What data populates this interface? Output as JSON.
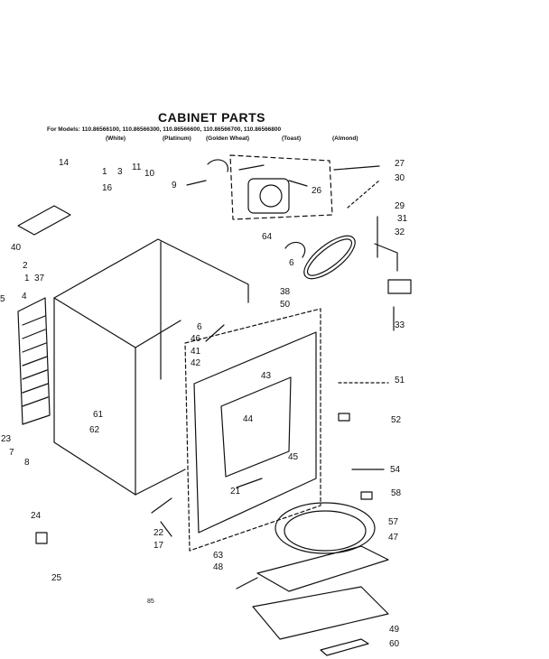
{
  "header": {
    "title": "CABINET PARTS",
    "models_line": "For Models: 110.86566100, 110.86566300, 110.86566600, 110.86566700, 110.86566800",
    "colors": [
      "(White)",
      "(Platinum)",
      "(Golden Wheat)",
      "(Toast)",
      "(Almond)"
    ]
  },
  "page_number": "85",
  "callouts": [
    "14",
    "3",
    "11",
    "10",
    "1",
    "16",
    "9",
    "27",
    "30",
    "26",
    "29",
    "31",
    "32",
    "64",
    "6",
    "40",
    "2",
    "1",
    "37",
    "5",
    "4",
    "38",
    "50",
    "33",
    "6",
    "46",
    "41",
    "42",
    "43",
    "51",
    "44",
    "52",
    "61",
    "62",
    "23",
    "7",
    "8",
    "45",
    "54",
    "21",
    "58",
    "57",
    "47",
    "24",
    "22",
    "17",
    "63",
    "48",
    "25",
    "49",
    "60"
  ]
}
